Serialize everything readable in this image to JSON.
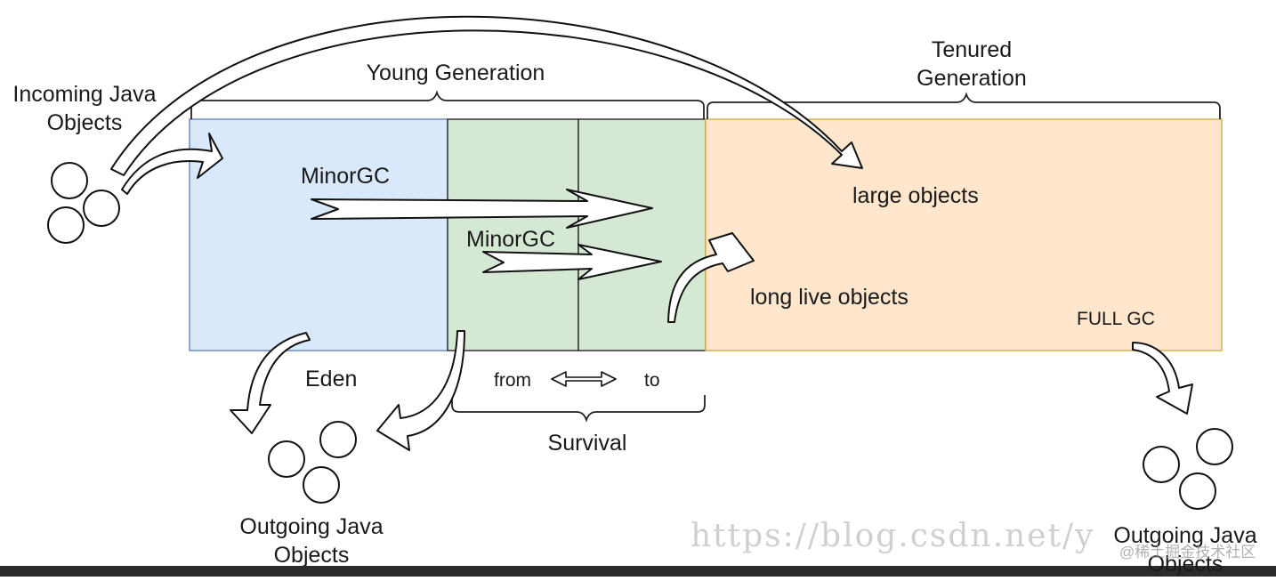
{
  "labels": {
    "incoming_line1": "Incoming Java",
    "incoming_line2": "Objects",
    "young_generation": "Young Generation",
    "tenured_line1": "Tenured",
    "tenured_line2": "Generation",
    "minorgc_eden": "MinorGC",
    "minorgc_survivor": "MinorGC",
    "large_objects": "large objects",
    "long_live_objects": "long live objects",
    "full_gc": "FULL GC",
    "eden": "Eden",
    "from": "from",
    "to": "to",
    "survival": "Survival",
    "outgoing_mid_line1": "Outgoing Java",
    "outgoing_mid_line2": "Objects",
    "outgoing_right_line1": "Outgoing Java",
    "outgoing_right_line2": "Objects"
  },
  "watermark": {
    "url": "https://blog.csdn.net/y",
    "credit": "@稀土掘金技术社区"
  },
  "colors": {
    "eden": "#dae8fc",
    "survivor": "#d5e8d4",
    "tenured": "#ffe6cc",
    "eden_border": "#6c8ebf",
    "survivor_border": "#333333",
    "tenured_border": "#d6b656"
  }
}
